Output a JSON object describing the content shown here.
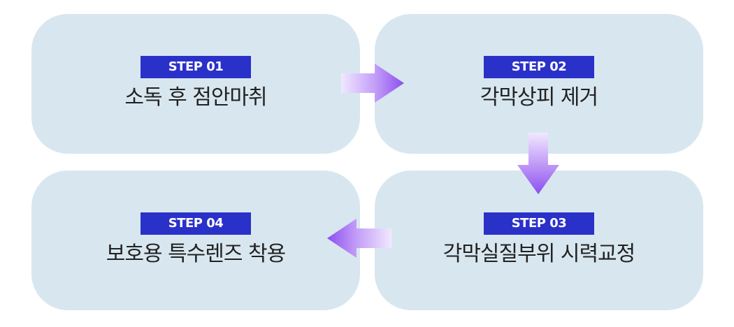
{
  "steps": [
    {
      "badge": "STEP 01",
      "title": "소독 후 점안마취"
    },
    {
      "badge": "STEP 02",
      "title": "각막상피 제거"
    },
    {
      "badge": "STEP 03",
      "title": "각막실질부위 시력교정"
    },
    {
      "badge": "STEP 04",
      "title": "보호용 특수렌즈 착용"
    }
  ],
  "colors": {
    "card": "#d8e7ef",
    "badge": "#2a31c9",
    "arrow_dark": "#8b4ff0",
    "arrow_light": "#efe6ff"
  }
}
